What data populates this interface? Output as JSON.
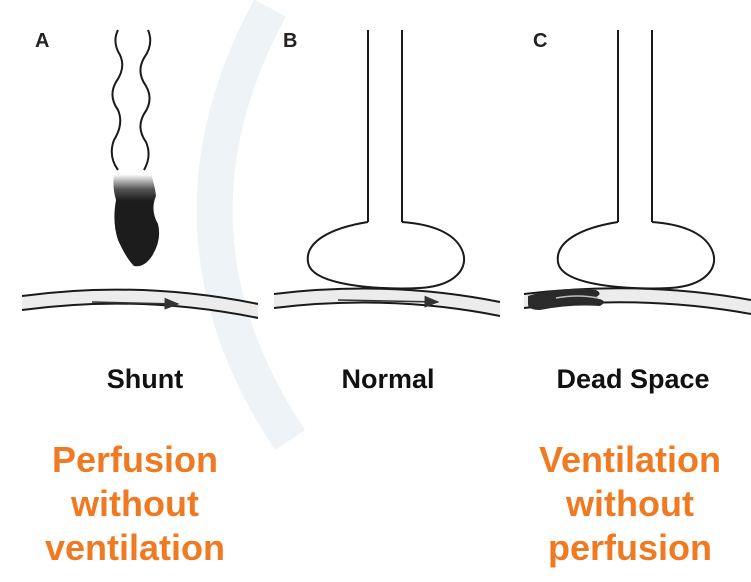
{
  "panels": [
    {
      "letter": "A",
      "caption": "Shunt"
    },
    {
      "letter": "B",
      "caption": "Normal"
    },
    {
      "letter": "C",
      "caption": "Dead Space"
    }
  ],
  "notes": {
    "left": [
      "Perfusion",
      "without",
      "ventilation"
    ],
    "right": [
      "Ventilation",
      "without",
      "perfusion"
    ]
  },
  "colors": {
    "note": "#ef7a22",
    "line": "#1a1a1a",
    "vessel_fill": "#ececec"
  }
}
